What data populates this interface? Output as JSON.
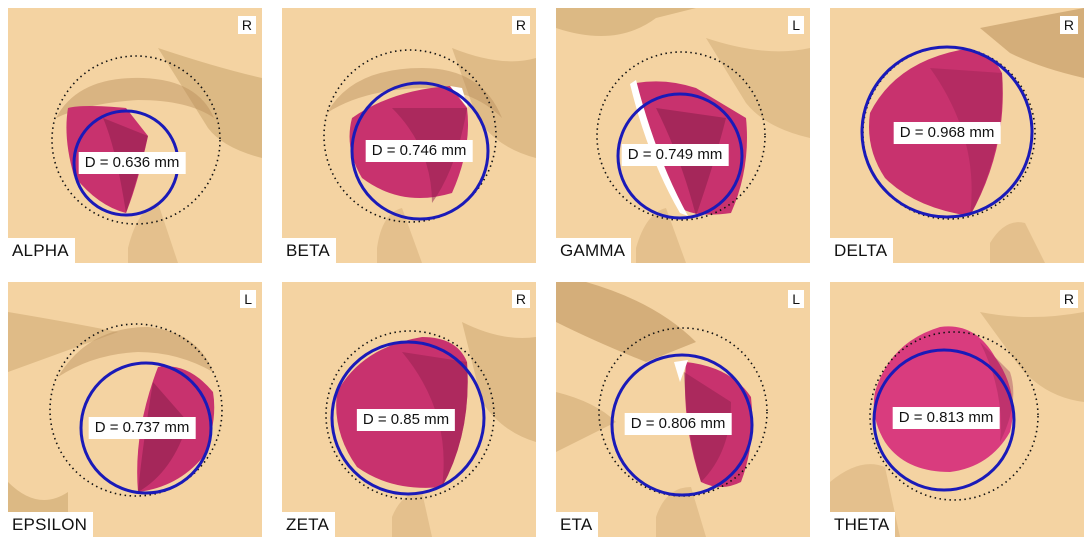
{
  "panels": [
    {
      "name": "ALPHA",
      "side": "R",
      "diameter": "D = 0.636 mm"
    },
    {
      "name": "BETA",
      "side": "R",
      "diameter": "D = 0.746 mm"
    },
    {
      "name": "GAMMA",
      "side": "L",
      "diameter": "D = 0.749 mm"
    },
    {
      "name": "DELTA",
      "side": "R",
      "diameter": "D = 0.968 mm"
    },
    {
      "name": "EPSILON",
      "side": "L",
      "diameter": "D = 0.737 mm"
    },
    {
      "name": "ZETA",
      "side": "R",
      "diameter": "D = 0.85 mm"
    },
    {
      "name": "ETA",
      "side": "L",
      "diameter": "D = 0.806 mm"
    },
    {
      "name": "THETA",
      "side": "R",
      "diameter": "D = 0.813 mm"
    }
  ],
  "colors": {
    "tissue": "#f2d09e",
    "tissue_shadow": "#c9a46c",
    "membrane": "#c8326e",
    "membrane_dark": "#8e1f4c",
    "fitted_circle": "#1a1ab8",
    "outer_circle": "#111111"
  }
}
